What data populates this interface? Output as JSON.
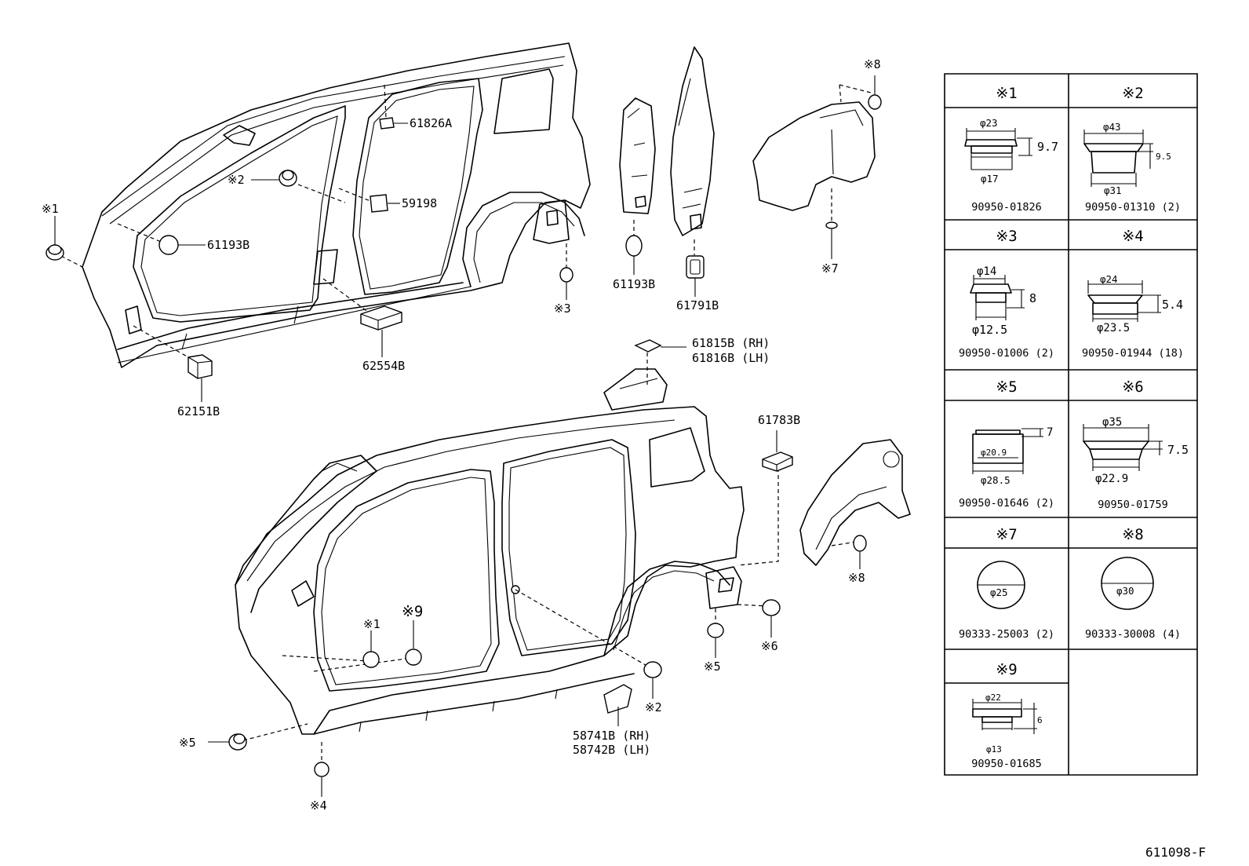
{
  "figure_code": "611098-F",
  "callouts": {
    "p61826A": "61826A",
    "p59198": "59198",
    "p61193B_a": "61193B",
    "p61193B_b": "61193B",
    "p61791B": "61791B",
    "p62554B": "62554B",
    "p62151B": "62151B",
    "p61815B": "61815B (RH)",
    "p61816B": "61816B (LH)",
    "p61783B": "61783B",
    "p58741B": "58741B (RH)",
    "p58742B": "58742B (LH)"
  },
  "refs": {
    "r1a": "※1",
    "r2a": "※2",
    "r3": "※3",
    "r7": "※7",
    "r8a": "※8",
    "r1b": "※1",
    "r9": "※9",
    "r2b": "※2",
    "r5a": "※5",
    "r6": "※6",
    "r8b": "※8",
    "r5b": "※5",
    "r4": "※4"
  },
  "table": {
    "cells": [
      {
        "mark": "※1",
        "part_no": "90950-01826",
        "dims": [
          "φ23",
          "9.7",
          "φ17"
        ]
      },
      {
        "mark": "※2",
        "part_no": "90950-01310 (2)",
        "dims": [
          "φ43",
          "9.5",
          "φ31"
        ]
      },
      {
        "mark": "※3",
        "part_no": "90950-01006 (2)",
        "dims": [
          "φ14",
          "8",
          "φ12.5"
        ]
      },
      {
        "mark": "※4",
        "part_no": "90950-01944 (18)",
        "dims": [
          "φ24",
          "5.4",
          "φ23.5"
        ]
      },
      {
        "mark": "※5",
        "part_no": "90950-01646 (2)",
        "dims": [
          "7",
          "φ20.9",
          "φ28.5"
        ]
      },
      {
        "mark": "※6",
        "part_no": "90950-01759",
        "dims": [
          "φ35",
          "7.5",
          "φ22.9"
        ]
      },
      {
        "mark": "※7",
        "part_no": "90333-25003 (2)",
        "dims": [
          "φ25"
        ]
      },
      {
        "mark": "※8",
        "part_no": "90333-30008 (4)",
        "dims": [
          "φ30"
        ]
      },
      {
        "mark": "※9",
        "part_no": "90950-01685",
        "dims": [
          "φ22",
          "6",
          "φ13"
        ]
      }
    ]
  }
}
